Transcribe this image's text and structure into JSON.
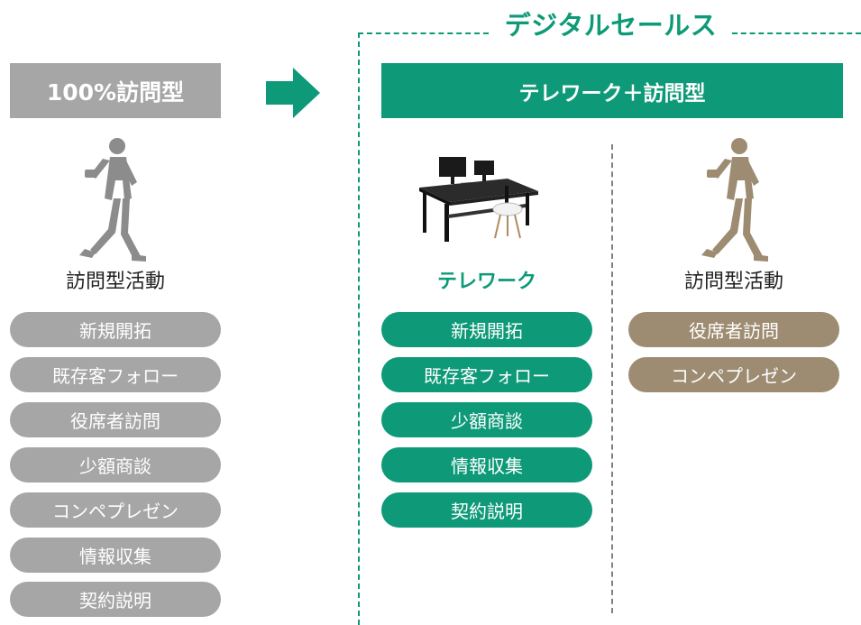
{
  "left": {
    "header": "100%訪問型",
    "caption": "訪問型活動",
    "items": [
      "新規開拓",
      "既存客フォロー",
      "役席者訪問",
      "少額商談",
      "コンペプレゼン",
      "情報収集",
      "契約説明"
    ]
  },
  "digital": {
    "title": "デジタルセールス",
    "header": "テレワーク＋訪問型",
    "telework": {
      "caption": "テレワーク",
      "items": [
        "新規開拓",
        "既存客フォロー",
        "少額商談",
        "情報収集",
        "契約説明"
      ]
    },
    "visit": {
      "caption": "訪問型活動",
      "items": [
        "役席者訪問",
        "コンペプレゼン"
      ]
    }
  },
  "colors": {
    "gray": "#a6a6a6",
    "green": "#0e9a78",
    "tan": "#9d8c72"
  },
  "icons": {
    "arrow": "right-arrow-icon",
    "walking_person": "businessman-walking-icon",
    "desk": "desk-workstation-icon"
  }
}
